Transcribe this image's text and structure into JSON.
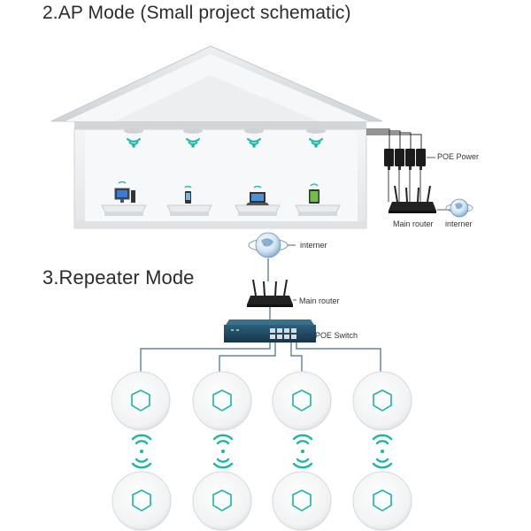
{
  "headings": {
    "ap_mode": "2.AP Mode (Small project schematic)",
    "repeater_mode": "3.Repeater Mode"
  },
  "labels": {
    "poe_power": "POE Power",
    "main_router_1": "Main router",
    "internet_1": "interner",
    "internet_2": "interner",
    "main_router_2": "Main router",
    "poe_switch": "POE Switch"
  },
  "colors": {
    "wifi": "#19b5a8",
    "cable": "#3f6f82",
    "house_wall": "#e6e8ea",
    "house_roof": "#d9dcdf"
  },
  "icons": [
    "house",
    "ceiling-ap-icon",
    "computer-icon",
    "phone-icon",
    "laptop-icon",
    "tablet-icon",
    "poe-injector-icon",
    "router-icon",
    "globe-icon",
    "switch-icon",
    "ap-disc-icon",
    "wifi-signal-icon"
  ]
}
